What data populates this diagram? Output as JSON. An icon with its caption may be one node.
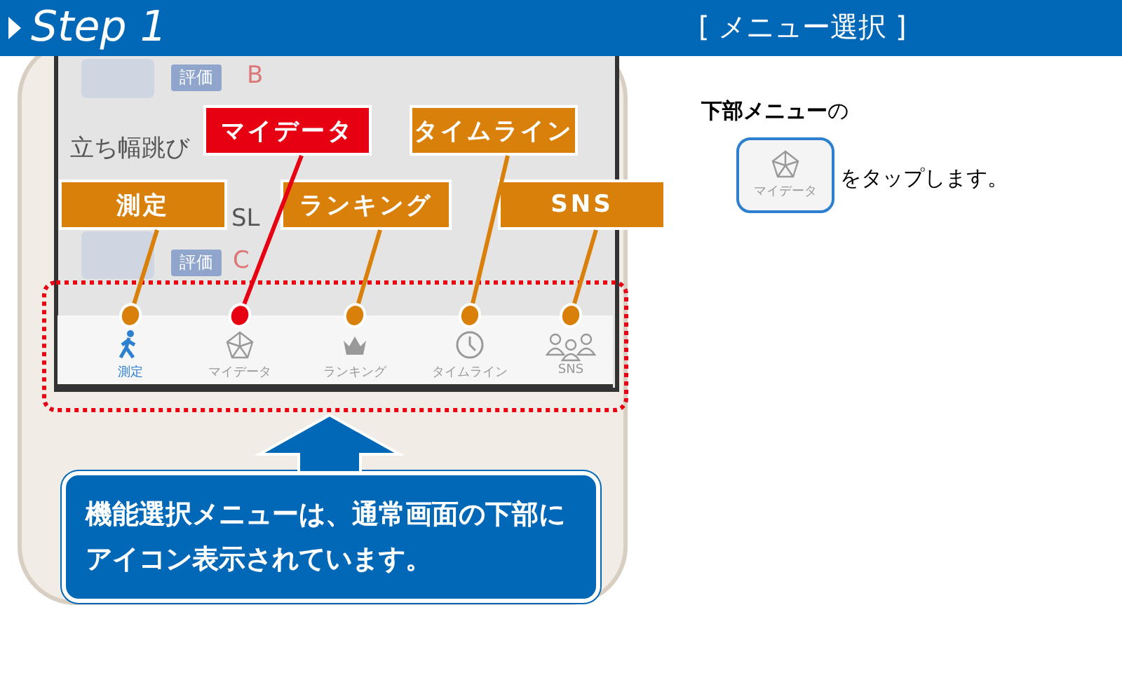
{
  "diagram": {
    "title": "Step 1",
    "nodes": [
      {
        "text": [
          "測定"
        ]
      },
      {
        "text": [
          "マイデータ"
        ]
      },
      {
        "text": [
          "ランキング"
        ]
      },
      {
        "text": [
          "タイムライン"
        ]
      },
      {
        "text": [
          "SNS"
        ]
      },
      {
        "text": [],
        "shape": "box"
      },
      {
        "text": [
          "測定"
        ],
        "in": 5
      },
      {
        "text": [
          "マイデータ"
        ],
        "in": 5
      },
      {
        "text": [
          "ランキング"
        ],
        "in": 5
      },
      {
        "text": [
          "タイムライン"
        ],
        "in": 5
      },
      {
        "text": [
          "SNS"
        ],
        "in": 5
      },
      {
        "text": [
          "機能選択メニューは、通常画面の下部にアイコン表示されています。"
        ]
      },
      {
        "text": [
          "マイデータ"
        ],
        "beside": [
          "**下部メニュー**の",
          "をタップします。"
        ]
      }
    ],
    "edges": [
      {
        "from": 0,
        "to": 6,
        "arrow": "other"
      },
      {
        "from": 1,
        "to": 7,
        "arrow": "other",
        "color": "#e60012"
      },
      {
        "from": 2,
        "to": 8,
        "arrow": "other"
      },
      {
        "from": 3,
        "to": 9,
        "arrow": "other"
      },
      {
        "from": 4,
        "to": 10,
        "arrow": "other"
      },
      {
        "from": 11,
        "to": 5,
        "arrow": "to",
        "style": "thick",
        "color": "#0068b7"
      }
    ],
    "labels": [
      "[ メニュー選択 ]",
      "評価",
      "B",
      "立ち幅跳び",
      "SL",
      "評価",
      "C"
    ]
  }
}
